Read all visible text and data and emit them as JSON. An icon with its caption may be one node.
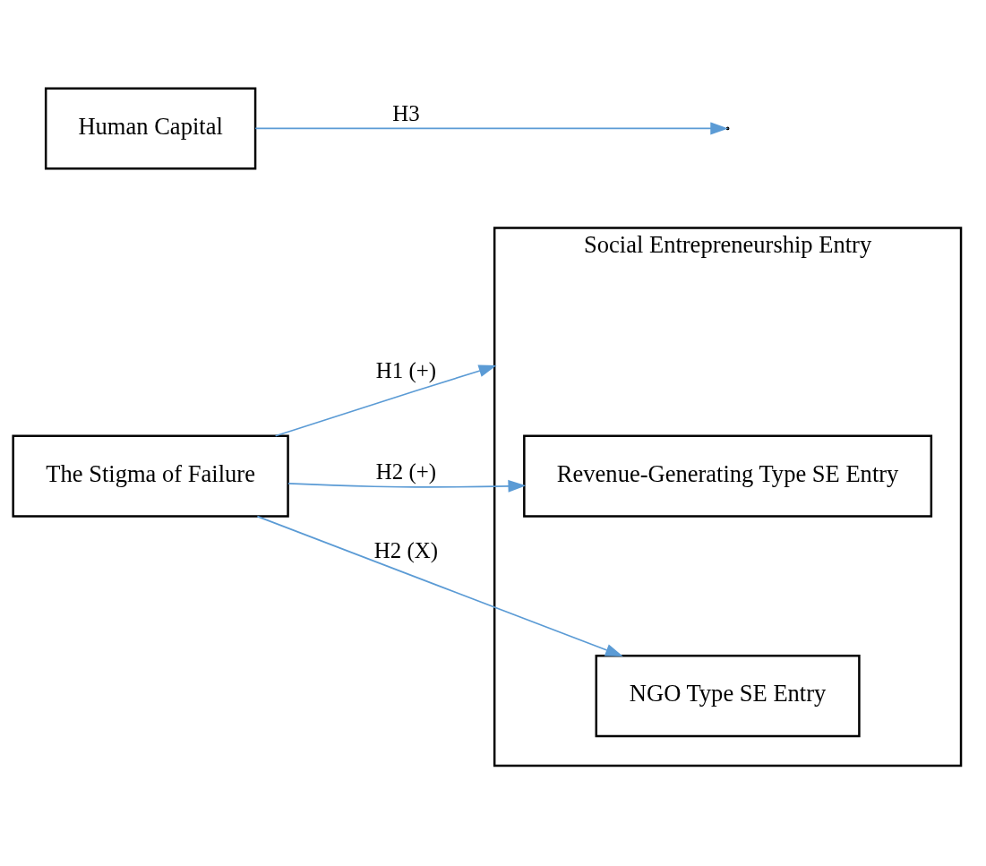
{
  "diagram": {
    "nodes": [
      {
        "text": [
          "The Stigma of Failure"
        ]
      },
      {
        "text": [
          "Social Entrepreneurship Entry"
        ]
      },
      {
        "text": [
          "Revenue-Generating Type SE Entry"
        ],
        "in": 1
      },
      {
        "text": [
          "NGO Type SE Entry"
        ],
        "in": 1
      },
      {
        "text": [
          "Human Capital"
        ]
      }
    ],
    "edges": [
      {
        "from": 0,
        "to": 1,
        "arrow": "to",
        "label": "H1 (+)",
        "color": "#5b9bd5"
      },
      {
        "from": 0,
        "to": 2,
        "arrow": "to",
        "label": "H2 (+)",
        "color": "#5b9bd5"
      },
      {
        "from": 0,
        "to": 3,
        "arrow": "to",
        "label": "H2 (X)",
        "color": "#5b9bd5"
      },
      {
        "from": 4,
        "to": null,
        "arrow": "to",
        "label": "H3",
        "color": "#5b9bd5"
      }
    ]
  }
}
